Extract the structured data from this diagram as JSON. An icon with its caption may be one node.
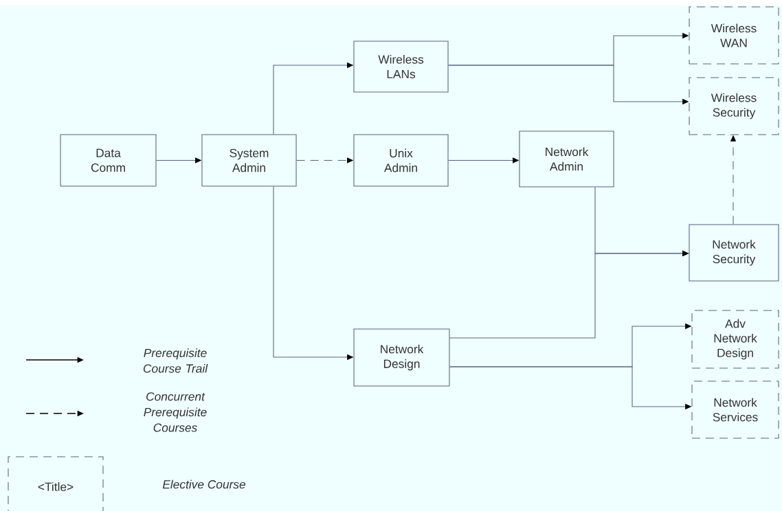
{
  "diagram": {
    "nodes": [
      {
        "text": [
          "Data Comm"
        ]
      },
      {
        "text": [
          "System Admin"
        ]
      },
      {
        "text": [
          "Wireless LANs"
        ]
      },
      {
        "text": [
          "Unix Admin"
        ]
      },
      {
        "text": [
          "Network Admin"
        ]
      },
      {
        "text": [
          "Wireless WAN"
        ]
      },
      {
        "text": [
          "Wireless Security"
        ]
      },
      {
        "text": [
          "Network Security"
        ]
      },
      {
        "text": [
          "Network Design"
        ]
      },
      {
        "text": [
          "Adv Network Design"
        ]
      },
      {
        "text": [
          "Network Services"
        ]
      },
      {
        "text": [
          "<Title>"
        ]
      }
    ],
    "edges": [
      {
        "from": 0,
        "to": 1,
        "arrow": "to"
      },
      {
        "from": 1,
        "to": 2,
        "arrow": "to"
      },
      {
        "from": 1,
        "to": 3,
        "arrow": "to",
        "style": "dashed"
      },
      {
        "from": 3,
        "to": 4,
        "arrow": "to"
      },
      {
        "from": 2,
        "to": 5,
        "arrow": "to"
      },
      {
        "from": 2,
        "to": 6,
        "arrow": "to"
      },
      {
        "from": 1,
        "to": 8,
        "arrow": "to"
      },
      {
        "from": 4,
        "to": 7,
        "arrow": "to"
      },
      {
        "from": 8,
        "to": 7,
        "arrow": "to"
      },
      {
        "from": 7,
        "to": 6,
        "arrow": "to",
        "style": "dashed"
      },
      {
        "from": 8,
        "to": 9,
        "arrow": "to"
      },
      {
        "from": 8,
        "to": 10,
        "arrow": "to"
      }
    ],
    "legend": [
      {
        "text": "Prerequisite Course Trail"
      },
      {
        "text": "Concurrent Prerequisite Courses"
      },
      {
        "text": "Elective Course"
      }
    ]
  }
}
